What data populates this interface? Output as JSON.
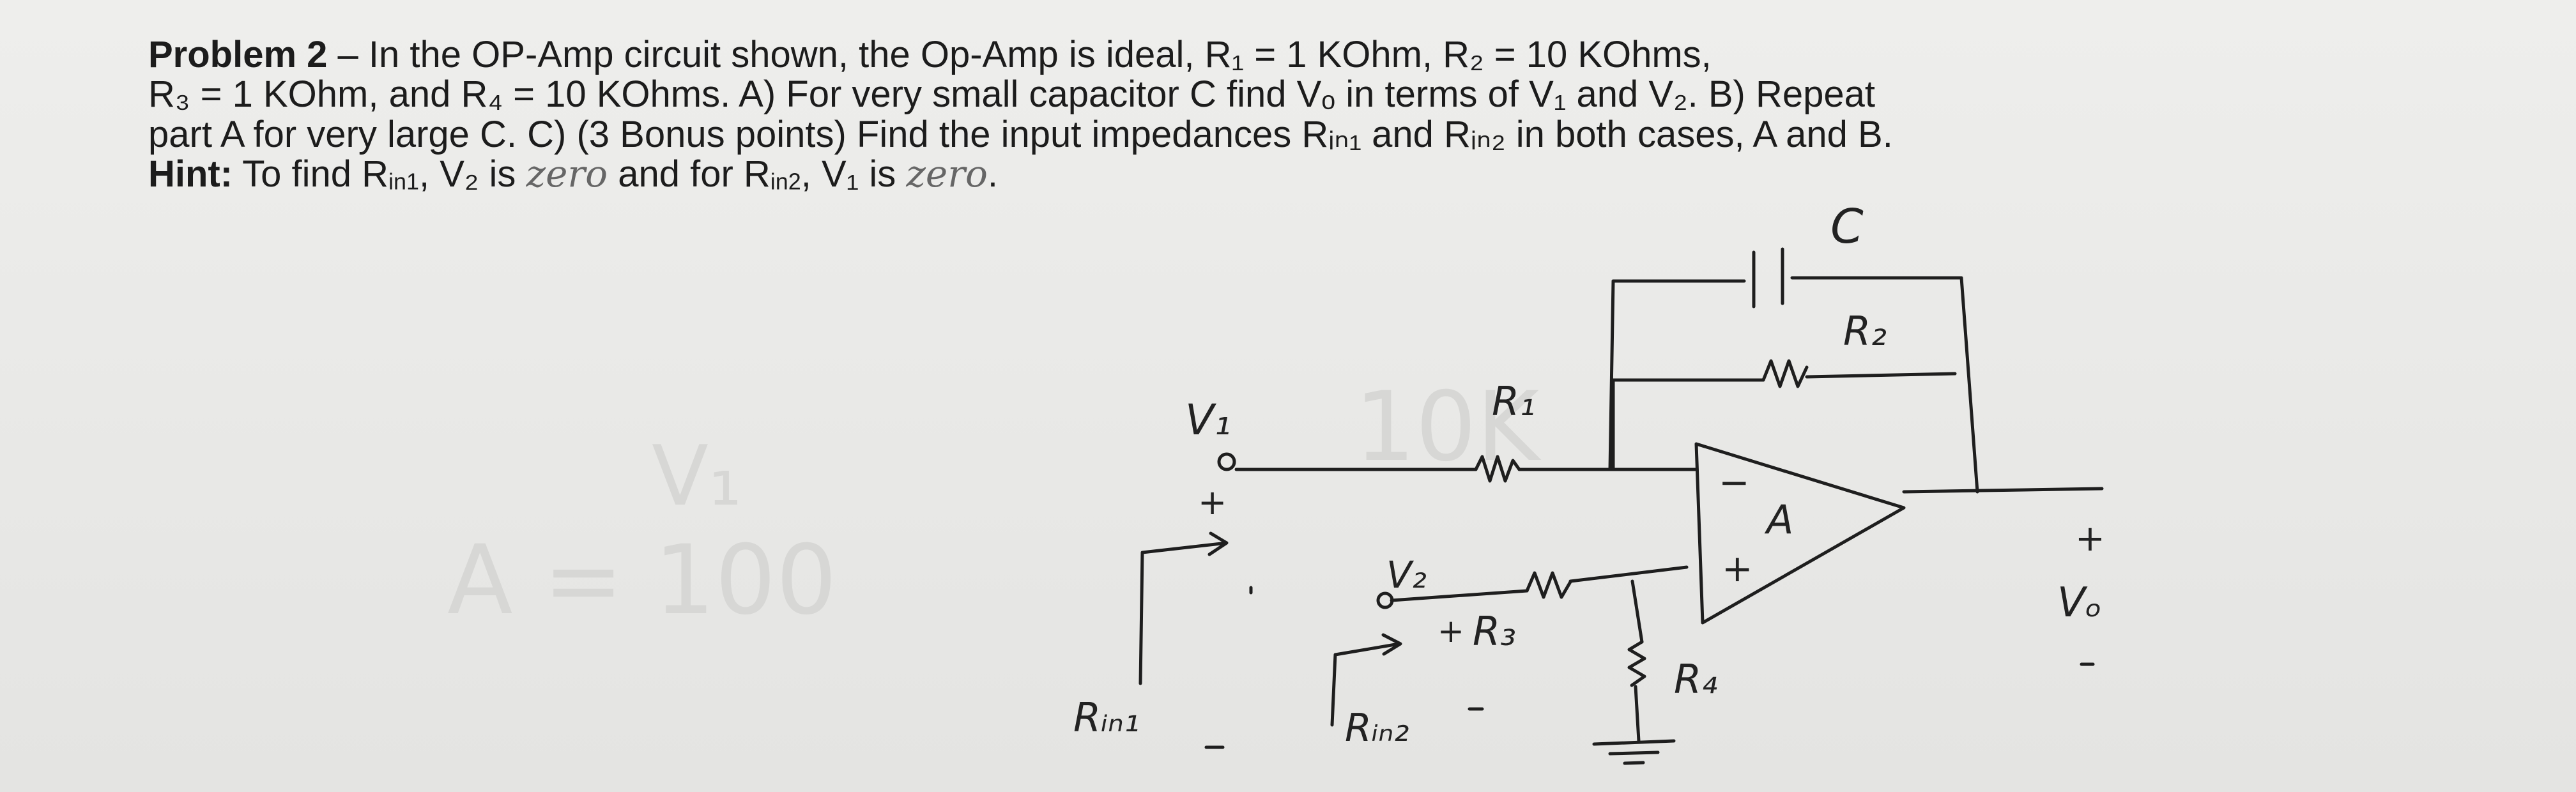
{
  "problem": {
    "title": "Problem 2",
    "l1": " – In the OP-Amp circuit shown, the Op-Amp is ideal, R₁ = 1 KOhm, R₂ = 10 KOhms,",
    "l2": "R₃ = 1 KOhm, and R₄ = 10 KOhms. A) For very small capacitor C find Vₒ in terms of V₁ and V₂. B) Repeat",
    "l3": "part A for very large C. C) (3 Bonus points) Find the input impedances Rᵢₙ₁ and Rᵢₙ₂ in both cases, A and B.",
    "hint_label": "Hint:",
    "hint_a": " To find R",
    "hint_a_sub": "in1",
    "hint_b": ", V₂ is ",
    "hint_word1": "zero",
    "hint_c": " and for R",
    "hint_c_sub": "in2",
    "hint_d": ", V₁ is ",
    "hint_word2": "zero",
    "hint_e": "."
  },
  "diagram": {
    "c": "C",
    "r2": "R₂",
    "r1": "R₁",
    "r3": "R₃",
    "r4": "R₄",
    "v1": "V₁",
    "v2": "V₂",
    "amp": "A",
    "plus": "+",
    "minus": "−",
    "vo": "Vₒ",
    "rin1": "Rᵢₙ₁",
    "rin2": "Rᵢₙ₂"
  },
  "background_ghost": {
    "a": "A = 100",
    "k": "10K",
    "v": "V₁"
  }
}
